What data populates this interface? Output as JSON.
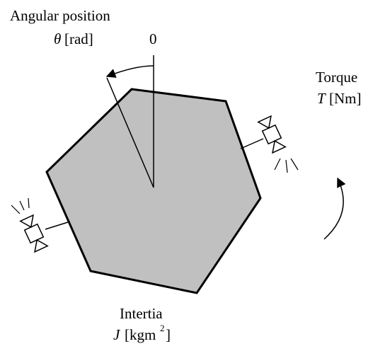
{
  "labels": {
    "angular_title": "Angular position",
    "theta_symbol": "θ",
    "theta_unit": "[rad]",
    "zero": "0",
    "torque_title": "Torque",
    "torque_symbol": "T",
    "torque_unit": "[Nm]",
    "inertia_title": "Intertia",
    "inertia_symbol": "J",
    "inertia_unit_open": "[kgm",
    "inertia_unit_exp": "2",
    "inertia_unit_close": "]"
  },
  "colors": {
    "body_fill": "#c0c0c0",
    "stroke": "#000000",
    "background": "#ffffff"
  }
}
